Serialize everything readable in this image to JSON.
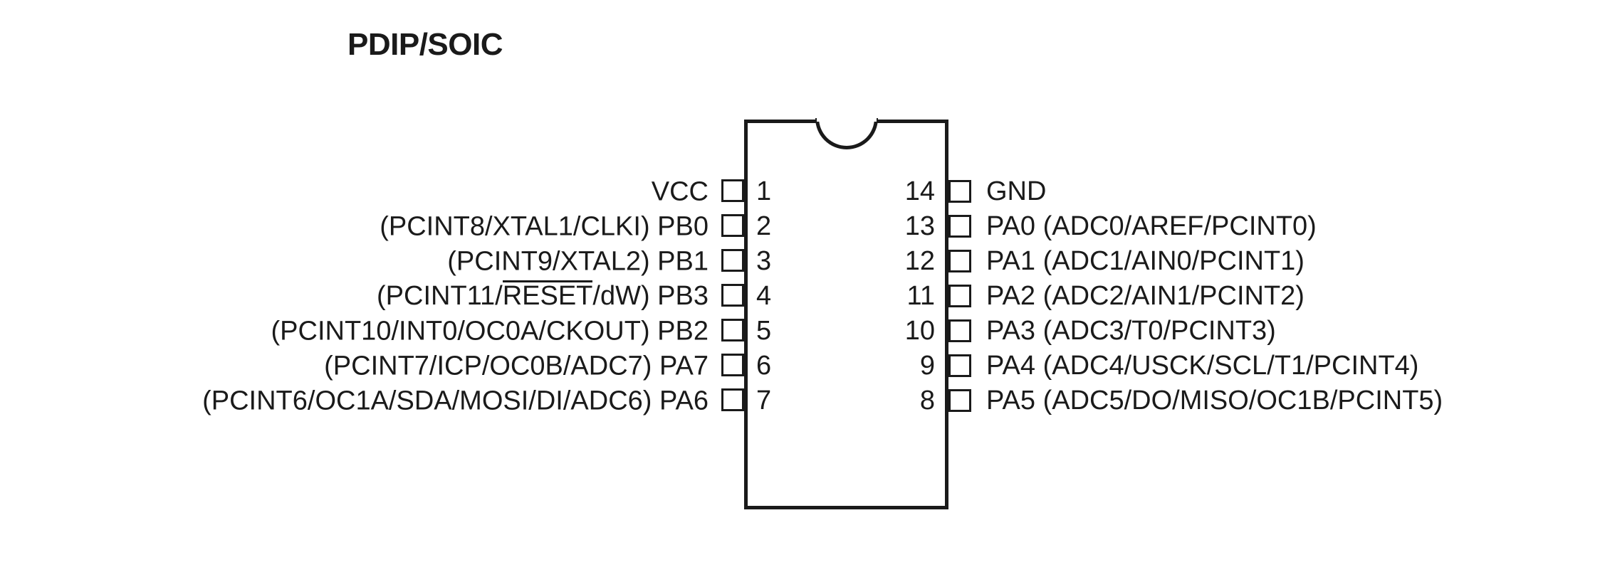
{
  "diagram": {
    "title": "PDIP/SOIC",
    "package": "PDIP/SOIC",
    "pin_count": 14,
    "notch": "top-center-semicircle",
    "colors": {
      "ink": "#1a1a1a",
      "background": "#ffffff"
    }
  },
  "left_pins": [
    {
      "number": "1",
      "label": "VCC",
      "overline": ""
    },
    {
      "number": "2",
      "label": "(PCINT8/XTAL1/CLKI) PB0",
      "overline": ""
    },
    {
      "number": "3",
      "label": "(PCINT9/XTAL2) PB1",
      "overline": ""
    },
    {
      "number": "4",
      "label_pre": "(PCINT11/",
      "overline": "RESET",
      "label_post": "/dW) PB3",
      "label": "(PCINT11/RESET/dW) PB3"
    },
    {
      "number": "5",
      "label": "(PCINT10/INT0/OC0A/CKOUT) PB2",
      "overline": ""
    },
    {
      "number": "6",
      "label": "(PCINT7/ICP/OC0B/ADC7) PA7",
      "overline": ""
    },
    {
      "number": "7",
      "label": "(PCINT6/OC1A/SDA/MOSI/DI/ADC6) PA6",
      "overline": ""
    }
  ],
  "right_pins": [
    {
      "number": "14",
      "label": "GND"
    },
    {
      "number": "13",
      "label": "PA0 (ADC0/AREF/PCINT0)"
    },
    {
      "number": "12",
      "label": "PA1 (ADC1/AIN0/PCINT1)"
    },
    {
      "number": "11",
      "label": "PA2 (ADC2/AIN1/PCINT2)"
    },
    {
      "number": "10",
      "label": "PA3 (ADC3/T0/PCINT3)"
    },
    {
      "number": "9",
      "label": "PA4 (ADC4/USCK/SCL/T1/PCINT4)"
    },
    {
      "number": "8",
      "label": "PA5 (ADC5/DO/MISO/OC1B/PCINT5)"
    }
  ]
}
